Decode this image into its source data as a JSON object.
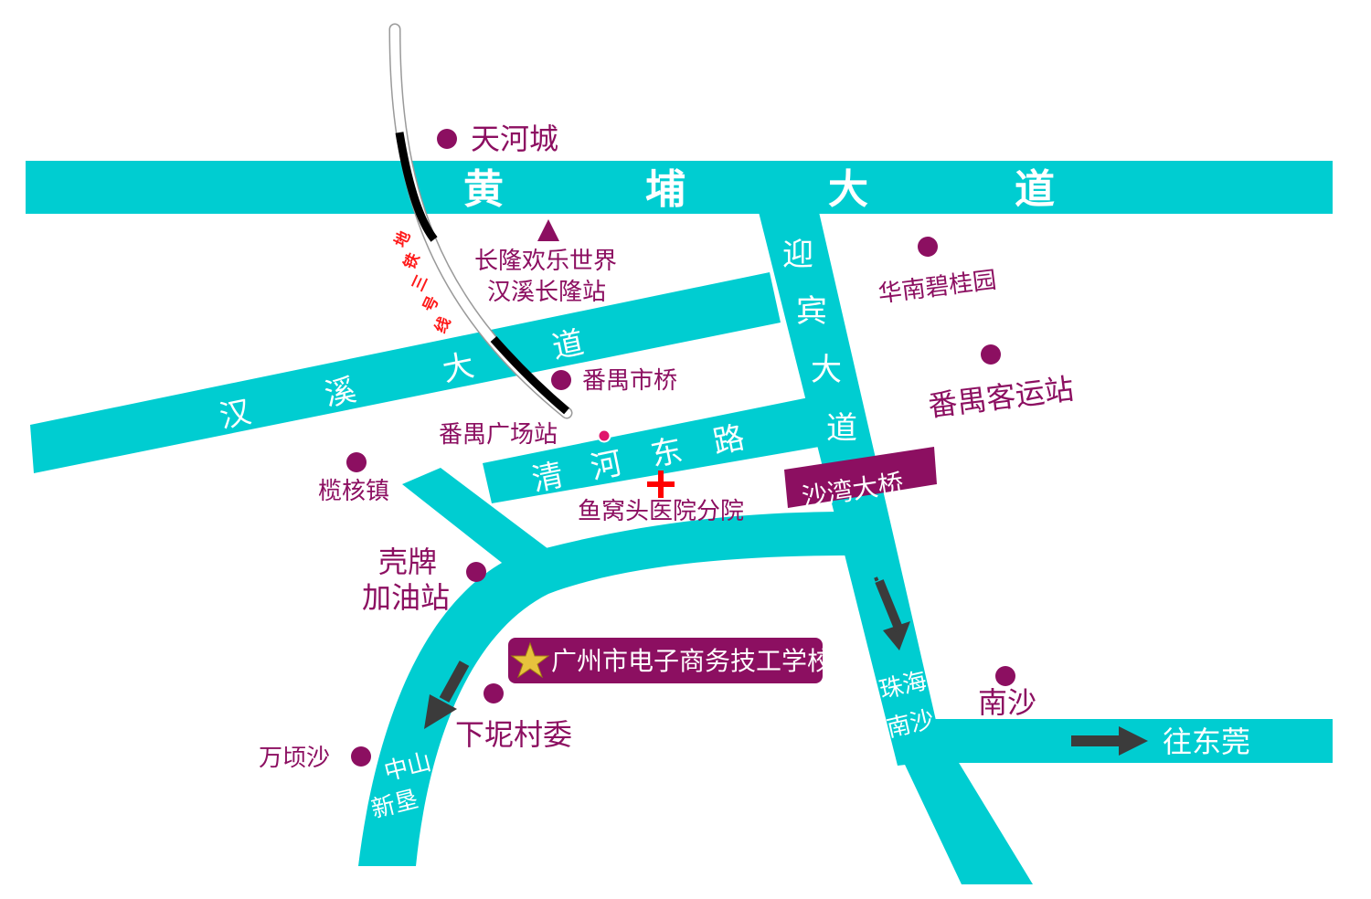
{
  "colors": {
    "road": "#00cdd1",
    "poi": "#8c0f61",
    "metro_dark": "#000000",
    "metro_light": "#ffffff",
    "station": "#e0156b",
    "hospital": "#ff0000",
    "arrow": "#3b3b3b",
    "star": "#e7c23d"
  },
  "roads": {
    "huangpu": [
      "黄",
      "埔",
      "大",
      "道"
    ],
    "yingbin": [
      "迎",
      "宾",
      "大",
      "道"
    ],
    "hanxi": [
      "汉",
      "溪",
      "大",
      "道"
    ],
    "qinghe": [
      "清",
      "河",
      "东",
      "路"
    ],
    "zhuhai_nansha": [
      "珠海",
      "南沙"
    ],
    "zhongshan_xinken": [
      "中山",
      "新垦"
    ],
    "to_dongguan": "往东莞"
  },
  "metro": {
    "line_label": [
      "地",
      "铁",
      "三",
      "号",
      "线"
    ]
  },
  "places": {
    "tianhecheng": "天河城",
    "changlong_1": "长隆欢乐世界",
    "changlong_2": "汉溪长隆站",
    "huanan": "华南碧桂园",
    "panyu_bridge": "番禺市桥",
    "panyu_bus": "番禺客运站",
    "panyu_square": "番禺广场站",
    "lanhe": "榄核镇",
    "hospital": "鱼窝头医院分院",
    "shawan_bridge": "沙湾大桥",
    "shell_1": "壳牌",
    "shell_2": "加油站",
    "school": "广州市电子商务技工学校",
    "xiani": "下坭村委",
    "wanqingsha": "万顷沙",
    "nansha": "南沙"
  }
}
